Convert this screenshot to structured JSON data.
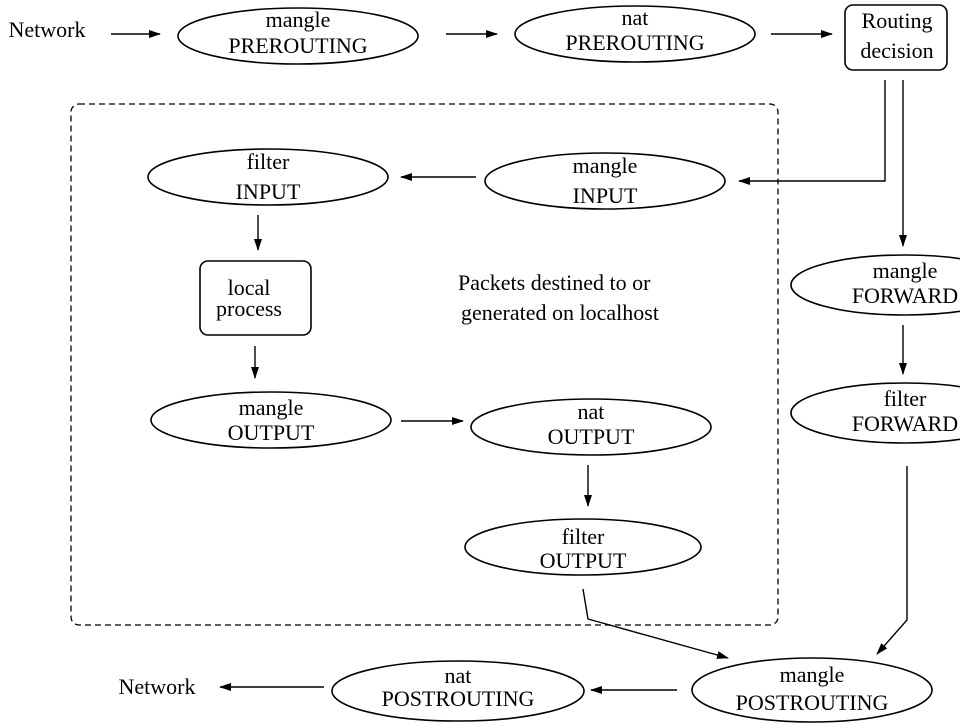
{
  "nodes": [
    {
      "id": "network-in",
      "lines": [
        "Network"
      ]
    },
    {
      "id": "mangle-prerouting",
      "lines": [
        "mangle",
        "PREROUTING"
      ]
    },
    {
      "id": "nat-prerouting",
      "lines": [
        "nat",
        "PREROUTING"
      ]
    },
    {
      "id": "routing-decision",
      "lines": [
        "Routing",
        "decision"
      ]
    },
    {
      "id": "mangle-input",
      "lines": [
        "mangle",
        "INPUT"
      ]
    },
    {
      "id": "filter-input",
      "lines": [
        "filter",
        "INPUT"
      ]
    },
    {
      "id": "local-process",
      "lines": [
        "local",
        "process"
      ]
    },
    {
      "id": "mangle-output",
      "lines": [
        "mangle",
        "OUTPUT"
      ]
    },
    {
      "id": "nat-output",
      "lines": [
        "nat",
        "OUTPUT"
      ]
    },
    {
      "id": "filter-output",
      "lines": [
        "filter",
        "OUTPUT"
      ]
    },
    {
      "id": "mangle-forward",
      "lines": [
        "mangle",
        "FORWARD"
      ]
    },
    {
      "id": "filter-forward",
      "lines": [
        "filter",
        "FORWARD"
      ]
    },
    {
      "id": "mangle-postrouting",
      "lines": [
        "mangle",
        "POSTROUTING"
      ]
    },
    {
      "id": "nat-postrouting",
      "lines": [
        "nat",
        "POSTROUTING"
      ]
    },
    {
      "id": "network-out",
      "lines": [
        "Network"
      ]
    }
  ],
  "edges": [
    {
      "from": "network-in",
      "to": "mangle-prerouting"
    },
    {
      "from": "mangle-prerouting",
      "to": "nat-prerouting"
    },
    {
      "from": "nat-prerouting",
      "to": "routing-decision"
    },
    {
      "from": "routing-decision",
      "to": "mangle-input"
    },
    {
      "from": "routing-decision",
      "to": "mangle-forward"
    },
    {
      "from": "mangle-input",
      "to": "filter-input"
    },
    {
      "from": "filter-input",
      "to": "local-process"
    },
    {
      "from": "local-process",
      "to": "mangle-output"
    },
    {
      "from": "mangle-output",
      "to": "nat-output"
    },
    {
      "from": "nat-output",
      "to": "filter-output"
    },
    {
      "from": "filter-output",
      "to": "mangle-postrouting"
    },
    {
      "from": "mangle-forward",
      "to": "filter-forward"
    },
    {
      "from": "filter-forward",
      "to": "mangle-postrouting"
    },
    {
      "from": "mangle-postrouting",
      "to": "nat-postrouting"
    },
    {
      "from": "nat-postrouting",
      "to": "network-out"
    }
  ],
  "group": {
    "lines": [
      "Packets destined to or",
      "generated on localhost"
    ]
  }
}
